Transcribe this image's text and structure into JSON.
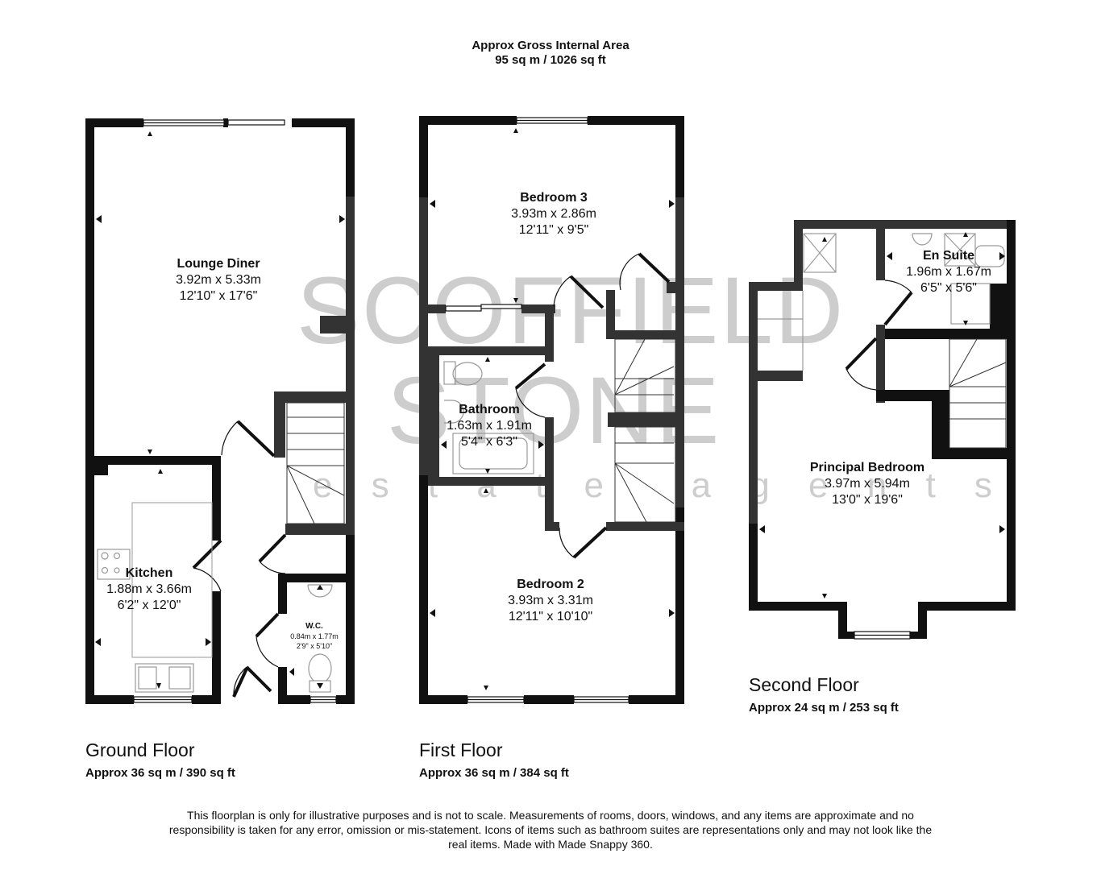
{
  "header": {
    "title": "Approx Gross Internal Area",
    "area": "95 sq m / 1026 sq ft"
  },
  "watermark": {
    "line1": "SCOFFIELD",
    "line2": "STONE",
    "line3": "e s t a t e   a g e n t s",
    "accent_color": "#e9dfc0",
    "text_color": "#c8c8c8"
  },
  "floors": [
    {
      "title": "Ground Floor",
      "area": "Approx 36 sq m / 390 sq ft",
      "rooms": [
        {
          "name": "Lounge Diner",
          "metric": "3.92m x 5.33m",
          "imperial": "12'10\" x 17'6\""
        },
        {
          "name": "Kitchen",
          "metric": "1.88m x 3.66m",
          "imperial": "6'2\" x 12'0\""
        },
        {
          "name": "W.C.",
          "metric": "0.84m x 1.77m",
          "imperial": "2'9\" x 5'10\""
        }
      ]
    },
    {
      "title": "First Floor",
      "area": "Approx 36 sq m / 384 sq ft",
      "rooms": [
        {
          "name": "Bedroom 3",
          "metric": "3.93m x 2.86m",
          "imperial": "12'11\" x 9'5\""
        },
        {
          "name": "Bathroom",
          "metric": "1.63m x 1.91m",
          "imperial": "5'4\" x 6'3\""
        },
        {
          "name": "Bedroom 2",
          "metric": "3.93m x 3.31m",
          "imperial": "12'11\" x 10'10\""
        }
      ]
    },
    {
      "title": "Second Floor",
      "area": "Approx 24 sq m / 253 sq ft",
      "rooms": [
        {
          "name": "En Suite",
          "metric": "1.96m x 1.67m",
          "imperial": "6'5\" x 5'6\""
        },
        {
          "name": "Principal Bedroom",
          "metric": "3.97m x 5.94m",
          "imperial": "13'0\" x 19'6\""
        }
      ]
    }
  ],
  "disclaimer": "This floorplan is only for illustrative purposes and is not to scale. Measurements of rooms, doors, windows, and any items are approximate and no responsibility is taken for any error, omission or mis-statement. Icons of items such as bathroom suites are representations only and may not look like the real items. Made with Made Snappy 360.",
  "colors": {
    "wall": "#111111",
    "wall_internal": "#333333",
    "fixture": "#999999",
    "background": "#ffffff"
  }
}
